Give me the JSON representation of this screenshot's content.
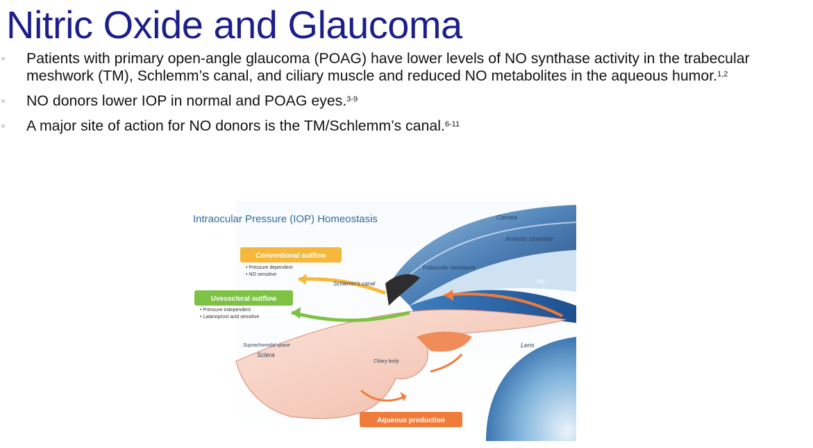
{
  "slide": {
    "title": "Nitric Oxide and Glaucoma",
    "bullets": [
      {
        "text": "Patients with primary open-angle glaucoma (POAG) have lower levels of NO synthase activity in the trabecular meshwork (TM), Schlemm’s canal, and ciliary muscle and reduced NO metabolites in the aqueous humor.",
        "sup": "1,2"
      },
      {
        "text": "NO donors lower IOP in normal and POAG eyes.",
        "sup": "3-9"
      },
      {
        "text": "A major site of action for NO donors is the TM/Schlemm’s canal.",
        "sup": "6-11"
      }
    ]
  },
  "figure": {
    "title": "Intraocular Pressure (IOP) Homeostasis",
    "labels": {
      "cornea": "Cornea",
      "anterior_chamber": "Anterior chamber",
      "trabecular_meshwork": "Trabecular meshwork",
      "iris": "Iris",
      "schlemms_canal": "Schlemm’s canal",
      "suprachoroidal_space": "Suprachoroidal space",
      "sclera": "Sclera",
      "ciliary_body": "Ciliary body",
      "lens": "Lens"
    },
    "conventional": {
      "title": "Conventional outflow",
      "items": [
        "Pressure dependent",
        "NO sensitive"
      ],
      "color": "#f5b83a"
    },
    "uveoscleral": {
      "title": "Uveoscleral outflow",
      "items": [
        "Pressure independent",
        "Latanoprost acid sensitive"
      ],
      "color": "#7dc243"
    },
    "aqueous": {
      "title": "Aqueous production",
      "color": "#f07c3c"
    }
  }
}
